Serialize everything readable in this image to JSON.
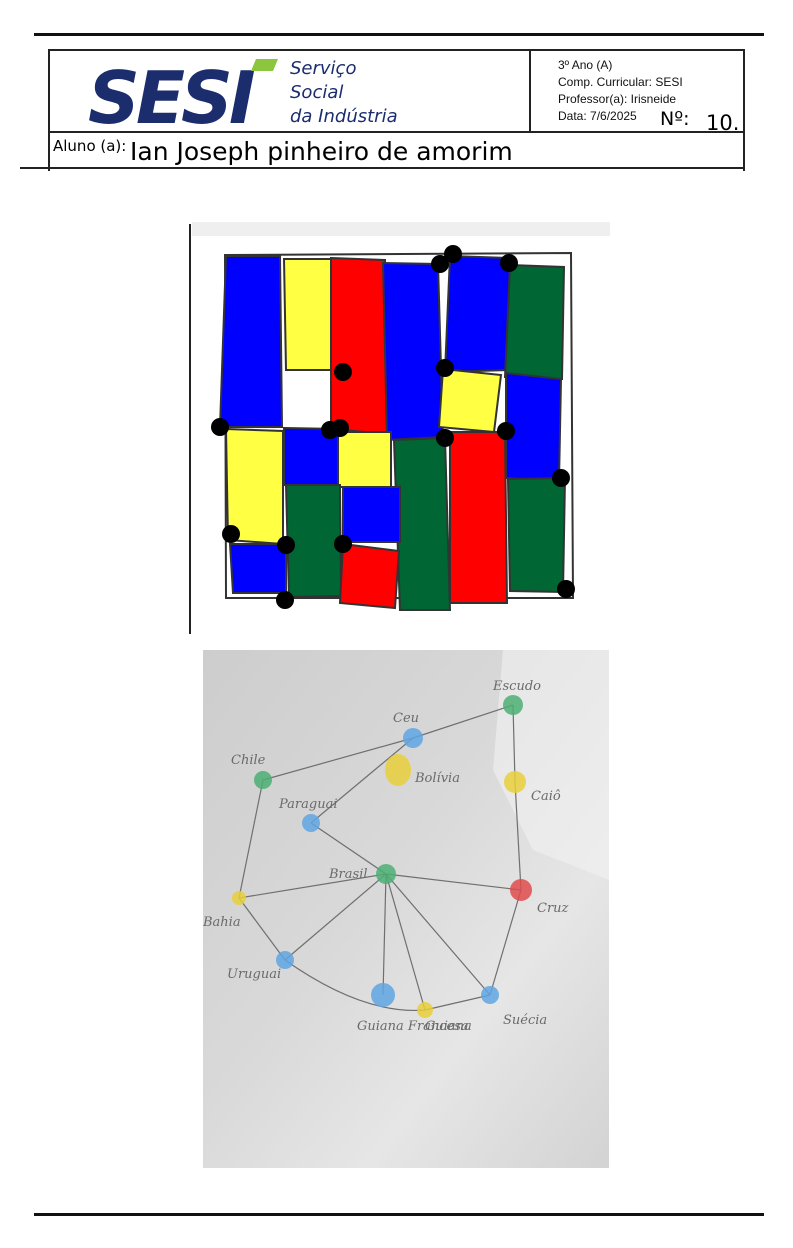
{
  "header": {
    "logo_text": "SESI",
    "brand_lines": [
      "Serviço",
      "Social",
      "da Indústria"
    ],
    "class_line": "3º Ano (A)",
    "curriculum_line": "Comp. Curricular: SESI",
    "teacher_line": "Professor(a):  Irisneide",
    "date_line": "Data: 7/6/2025",
    "number_label": "Nº:",
    "number_value": "10."
  },
  "student": {
    "label": "Aluno (a):",
    "name": "Ian Joseph pinheiro de amorim"
  },
  "colors": {
    "blue": "#0000ff",
    "yellow": "#ffff44",
    "red": "#ff0000",
    "green": "#006633",
    "brand_navy": "#1c2d6e",
    "brand_green": "#8cc63f"
  },
  "map_drawing": {
    "labels": [
      "Escudo",
      "Ceu",
      "Chile",
      "Paraguai",
      "Bolívia",
      "Caiô",
      "Brasil",
      "Cruz",
      "Bahia",
      "Uruguai",
      "Guiana Francesa",
      "Guiana",
      "Suécia"
    ]
  }
}
